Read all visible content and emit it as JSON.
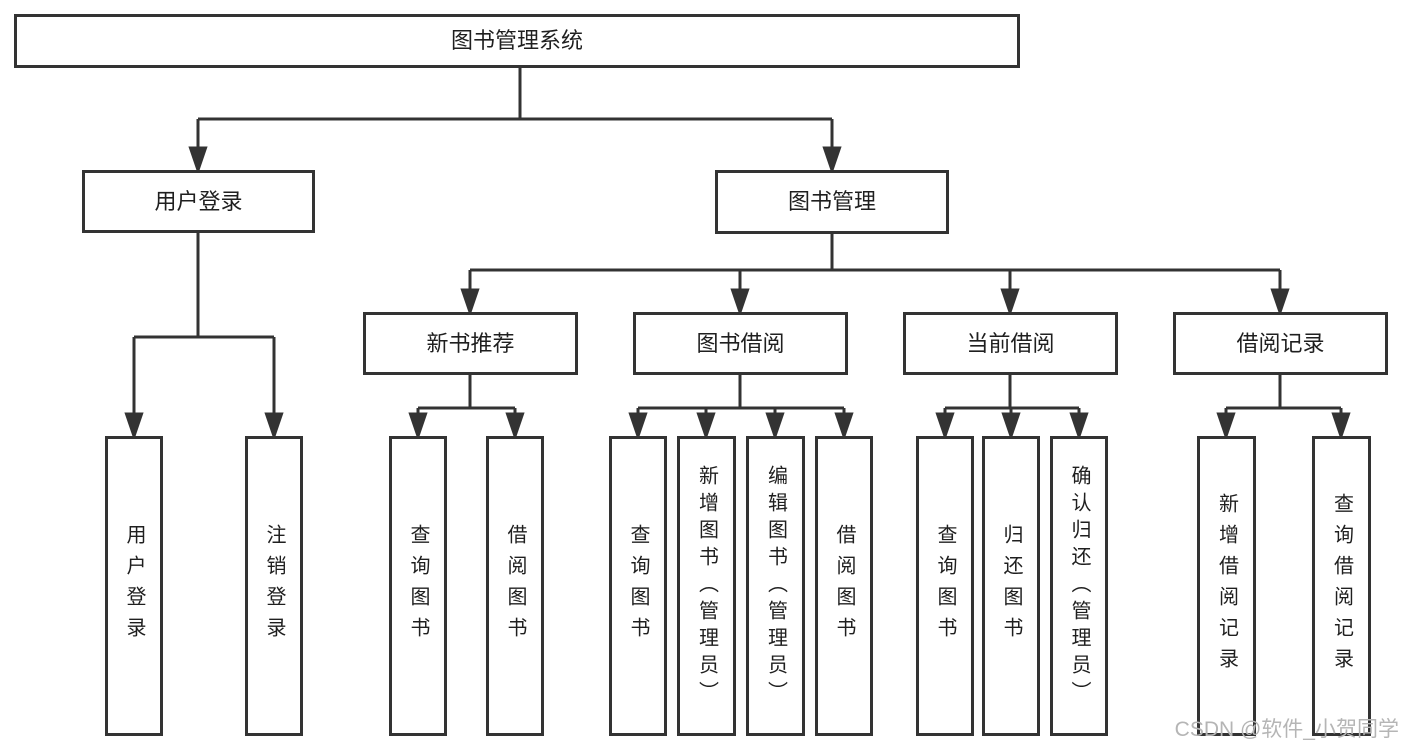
{
  "colors": {
    "line": "#333333",
    "box_border": "#333333",
    "text": "#1f1f1f",
    "background": "#ffffff",
    "watermark": "#b5b5b5"
  },
  "watermark": {
    "text": "CSDN @软件_小贺同学"
  },
  "diagram": {
    "root": "图书管理系统",
    "branches": [
      {
        "label": "用户登录",
        "children": [
          {
            "label": "用户登录"
          },
          {
            "label": "注销登录"
          }
        ]
      },
      {
        "label": "图书管理",
        "children": [
          {
            "label": "新书推荐",
            "children": [
              {
                "label": "查询图书"
              },
              {
                "label": "借阅图书"
              }
            ]
          },
          {
            "label": "图书借阅",
            "children": [
              {
                "label": "查询图书"
              },
              {
                "label": "新增图书（管理员）"
              },
              {
                "label": "编辑图书（管理员）"
              },
              {
                "label": "借阅图书"
              }
            ]
          },
          {
            "label": "当前借阅",
            "children": [
              {
                "label": "查询图书"
              },
              {
                "label": "归还图书"
              },
              {
                "label": "确认归还（管理员）"
              }
            ]
          },
          {
            "label": "借阅记录",
            "children": [
              {
                "label": "新增借阅记录"
              },
              {
                "label": "查询借阅记录"
              }
            ]
          }
        ]
      }
    ]
  }
}
